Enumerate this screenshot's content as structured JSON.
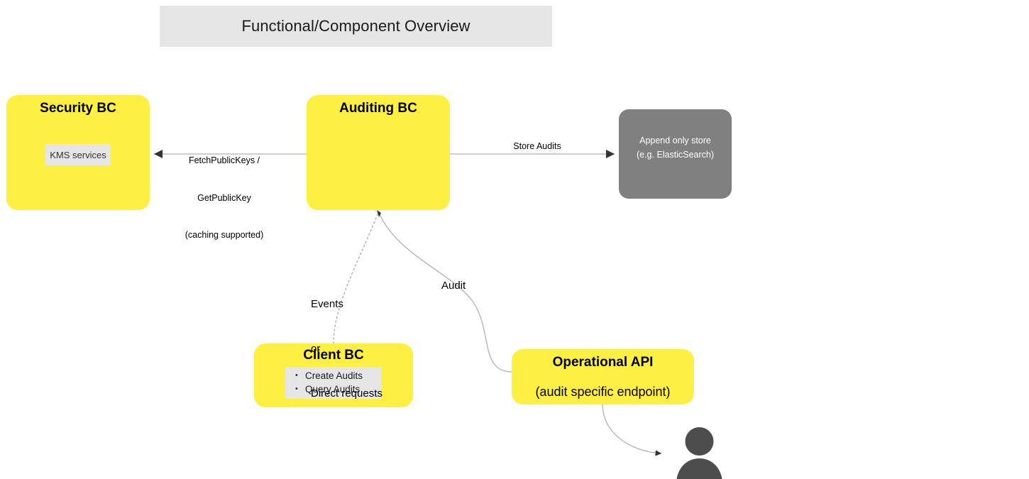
{
  "diagram": {
    "title": "Functional/Component Overview",
    "background": "#ffffff",
    "colors": {
      "accent_yellow": "#fdf043",
      "panel_gray": "#e6e6e6",
      "store_gray": "#808080",
      "edge_gray": "#b3b3b3",
      "text_dark": "#000000",
      "text_light": "#ffffff"
    }
  },
  "nodes": {
    "security_bc": {
      "title": "Security BC",
      "inner_panel": "KMS services"
    },
    "auditing_bc": {
      "title": "Auditing BC"
    },
    "append_store": {
      "line1": "Append only store",
      "line2": "(e.g. ElasticSearch)"
    },
    "client_bc": {
      "title": "Client BC",
      "operations": [
        "Create Audits",
        "Query Audits"
      ]
    },
    "operational_api": {
      "title": "Operational API",
      "subtitle": "(audit specific endpoint)"
    },
    "end_user": {
      "icon": "user-avatar-icon"
    }
  },
  "edges": {
    "keys": {
      "line1": "FetchPublicKeys /",
      "line2": "GetPublicKey",
      "line3": "(caching supported)"
    },
    "store_audits": {
      "label": "Store Audits"
    },
    "events": {
      "line1": "Events",
      "line2": "or",
      "line3": "Direct requests"
    },
    "audit": {
      "label": "Audit"
    }
  }
}
